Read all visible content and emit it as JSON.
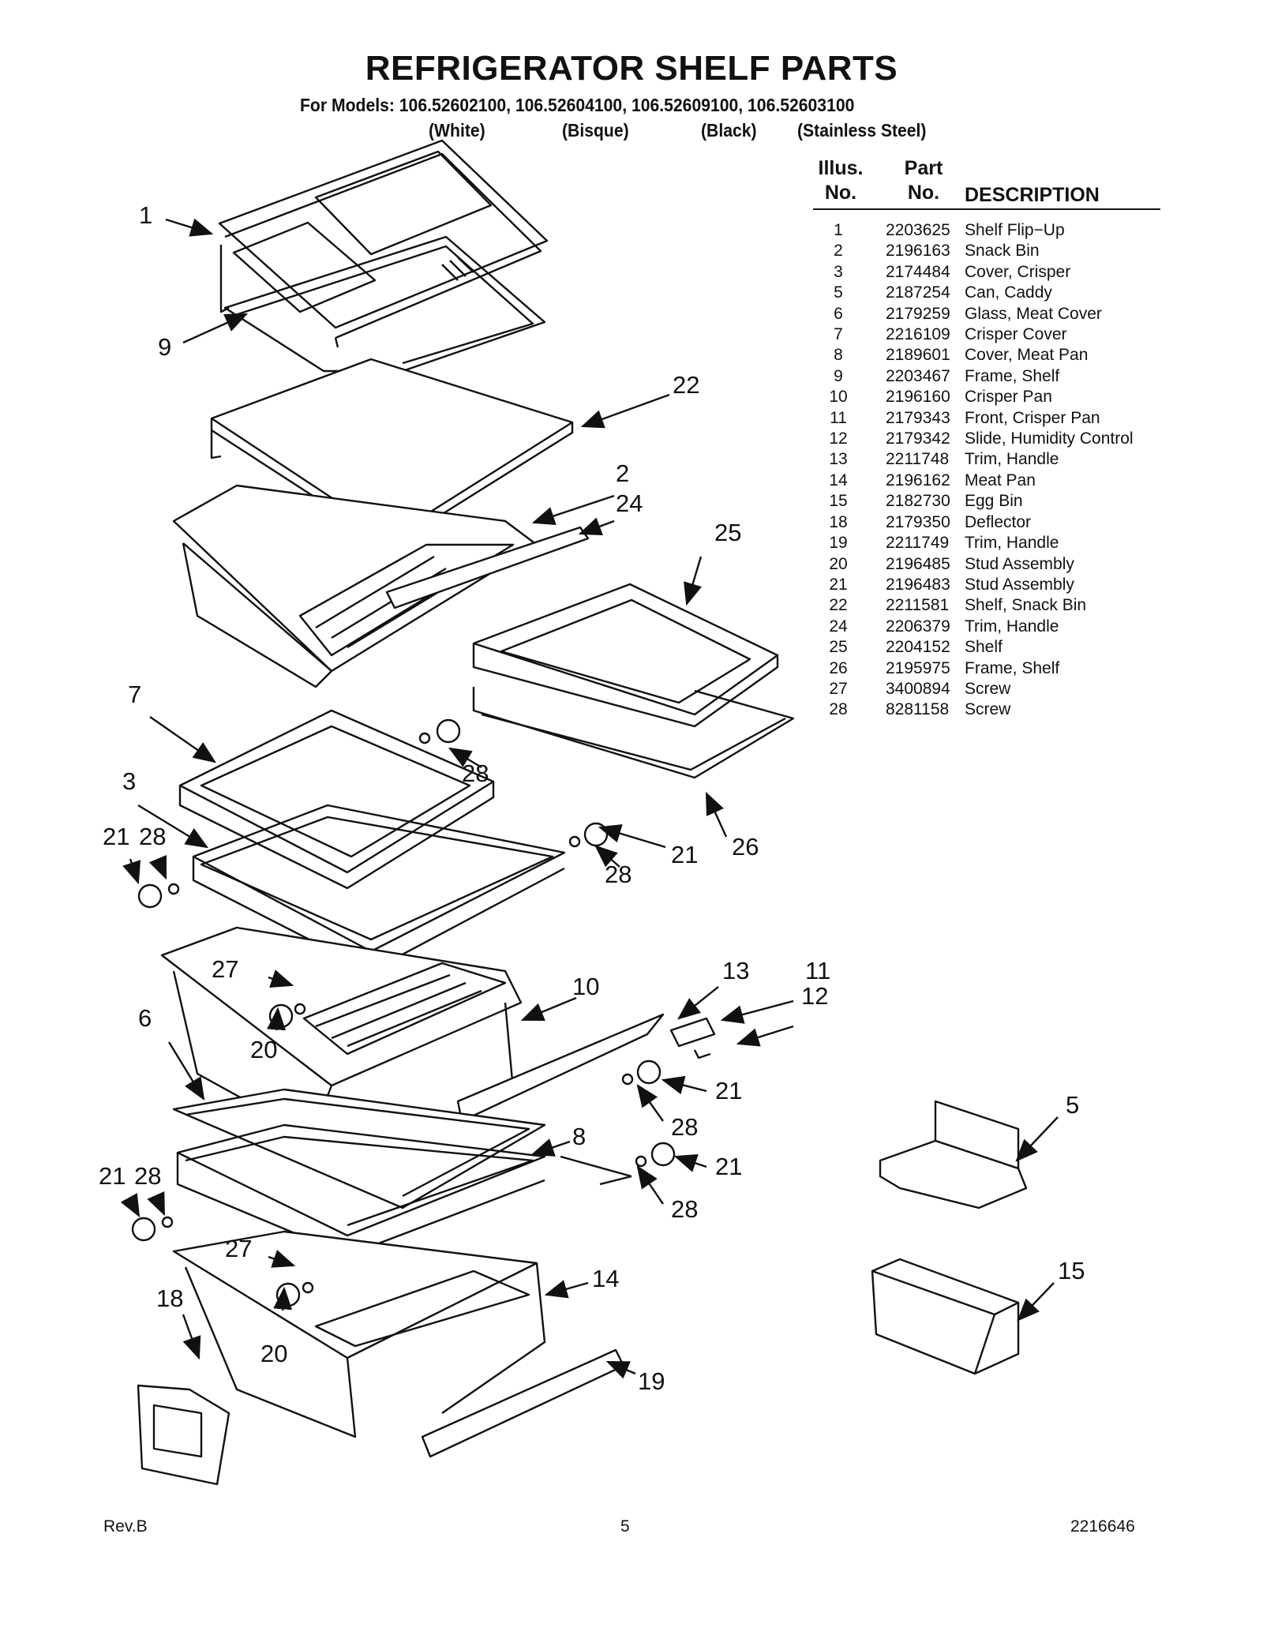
{
  "header": {
    "title": "REFRIGERATOR SHELF PARTS",
    "models_line": "For Models: 106.52602100, 106.52604100, 106.52609100, 106.52603100",
    "finishes": [
      "(White)",
      "(Bisque)",
      "(Black)",
      "(Stainless Steel)"
    ]
  },
  "table": {
    "headers": {
      "illus": [
        "Illus.",
        "No."
      ],
      "part": [
        "Part",
        "No."
      ],
      "description": "DESCRIPTION"
    },
    "rows": [
      {
        "illus": "1",
        "part": "2203625",
        "desc": "Shelf Flip−Up"
      },
      {
        "illus": "2",
        "part": "2196163",
        "desc": "Snack Bin"
      },
      {
        "illus": "3",
        "part": "2174484",
        "desc": "Cover, Crisper"
      },
      {
        "illus": "5",
        "part": "2187254",
        "desc": "Can, Caddy"
      },
      {
        "illus": "6",
        "part": "2179259",
        "desc": "Glass, Meat Cover"
      },
      {
        "illus": "7",
        "part": "2216109",
        "desc": "Crisper Cover"
      },
      {
        "illus": "8",
        "part": "2189601",
        "desc": "Cover, Meat Pan"
      },
      {
        "illus": "9",
        "part": "2203467",
        "desc": "Frame, Shelf"
      },
      {
        "illus": "10",
        "part": "2196160",
        "desc": "Crisper Pan"
      },
      {
        "illus": "11",
        "part": "2179343",
        "desc": "Front, Crisper Pan"
      },
      {
        "illus": "12",
        "part": "2179342",
        "desc": "Slide, Humidity Control"
      },
      {
        "illus": "13",
        "part": "2211748",
        "desc": "Trim, Handle"
      },
      {
        "illus": "14",
        "part": "2196162",
        "desc": "Meat Pan"
      },
      {
        "illus": "15",
        "part": "2182730",
        "desc": "Egg Bin"
      },
      {
        "illus": "18",
        "part": "2179350",
        "desc": "Deflector"
      },
      {
        "illus": "19",
        "part": "2211749",
        "desc": "Trim, Handle"
      },
      {
        "illus": "20",
        "part": "2196485",
        "desc": "Stud Assembly"
      },
      {
        "illus": "21",
        "part": "2196483",
        "desc": "Stud Assembly"
      },
      {
        "illus": "22",
        "part": "2211581",
        "desc": "Shelf, Snack Bin"
      },
      {
        "illus": "24",
        "part": "2206379",
        "desc": "Trim, Handle"
      },
      {
        "illus": "25",
        "part": "2204152",
        "desc": "Shelf"
      },
      {
        "illus": "26",
        "part": "2195975",
        "desc": "Frame, Shelf"
      },
      {
        "illus": "27",
        "part": "3400894",
        "desc": "Screw"
      },
      {
        "illus": "28",
        "part": "8281158",
        "desc": "Screw"
      }
    ]
  },
  "callouts": [
    "1",
    "9",
    "22",
    "2",
    "24",
    "25",
    "7",
    "3",
    "21",
    "28",
    "28",
    "21",
    "28",
    "26",
    "27",
    "20",
    "10",
    "13",
    "11",
    "12",
    "6",
    "21",
    "28",
    "8",
    "21",
    "28",
    "21",
    "28",
    "27",
    "20",
    "14",
    "18",
    "19",
    "5",
    "15"
  ],
  "footer": {
    "rev": "Rev.B",
    "page": "5",
    "doc_number": "2216646"
  }
}
